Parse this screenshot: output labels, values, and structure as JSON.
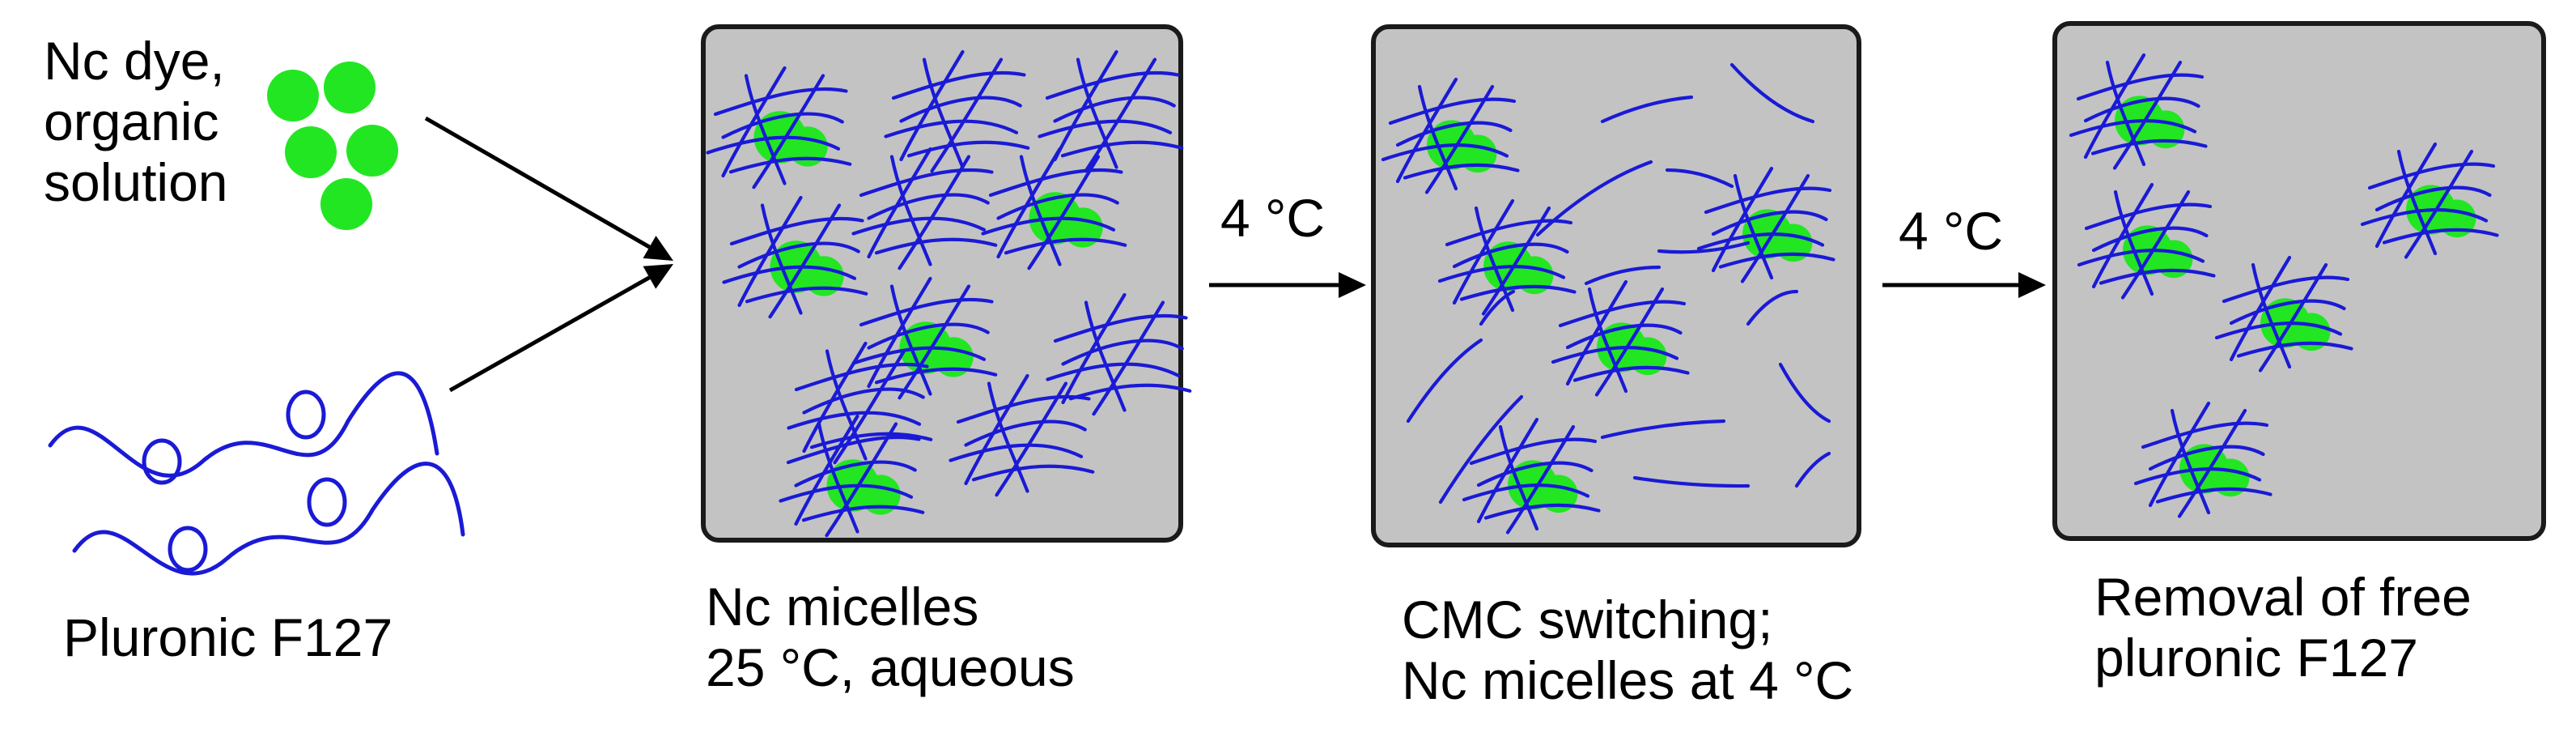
{
  "inputs": {
    "dye_label": [
      "Nc dye,",
      "organic",
      "solution"
    ],
    "polymer_label": "Pluronic F127"
  },
  "steps": [
    {
      "caption": [
        "Nc micelles",
        "25 °C, aqueous"
      ]
    },
    {
      "arrow_label": "4 °C",
      "caption": [
        "CMC switching;",
        "Nc micelles at 4 °C"
      ]
    },
    {
      "arrow_label": "4 °C",
      "caption": [
        "Removal of free",
        "pluronic F127"
      ]
    }
  ],
  "colors": {
    "dye": "#22e622",
    "polymer": "#1a1ad6",
    "box_fill": "#c3c3c3",
    "box_border": "#1a1a1a",
    "arrow": "#000000"
  }
}
